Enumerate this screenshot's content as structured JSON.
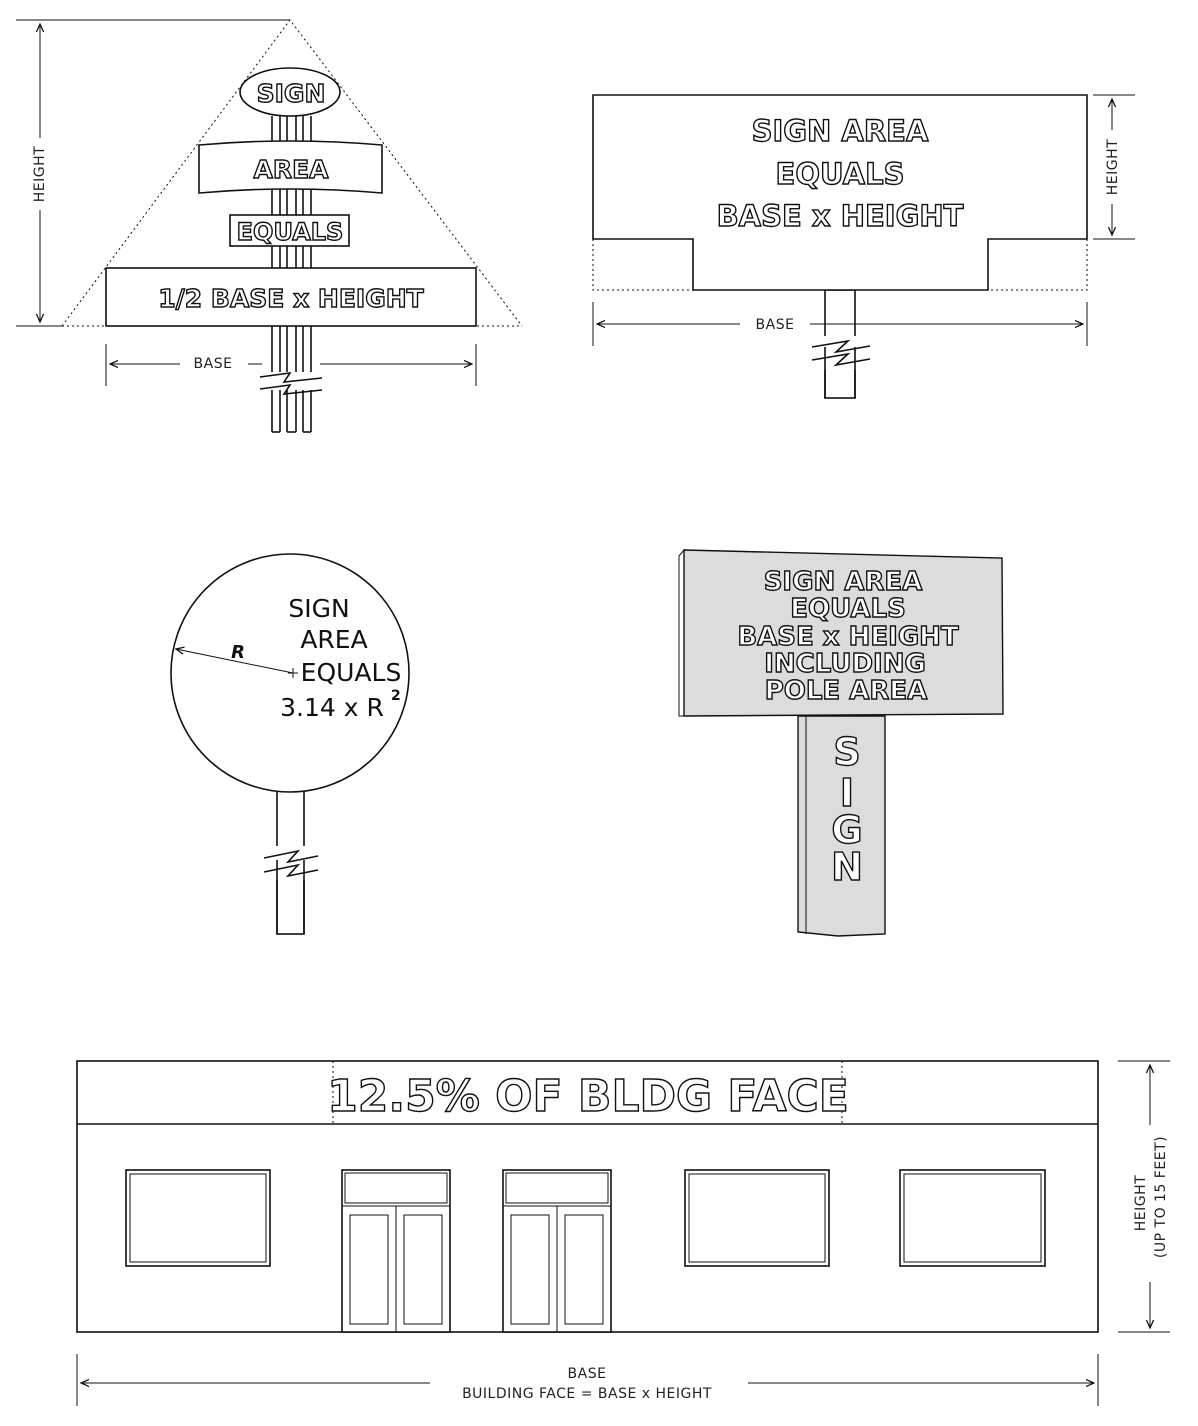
{
  "triangle_sign": {
    "line1": "SIGN",
    "line2": "AREA",
    "line3": "EQUALS",
    "line4": "1/2 BASE x HEIGHT",
    "base_label": "BASE",
    "height_label": "HEIGHT"
  },
  "rect_sign": {
    "line1": "SIGN AREA",
    "line2": "EQUALS",
    "line3": "BASE x HEIGHT",
    "base_label": "BASE",
    "height_label": "HEIGHT"
  },
  "circle_sign": {
    "line1": "SIGN",
    "line2": "AREA",
    "line3": "EQUALS",
    "line4": "3.14 x R",
    "exponent": "2",
    "radius_label": "R"
  },
  "pole_sign": {
    "line1": "SIGN AREA",
    "line2": "EQUALS",
    "line3": "BASE x HEIGHT",
    "line4": "INCLUDING",
    "line5": "POLE AREA",
    "pole_letters": [
      "S",
      "I",
      "G",
      "N"
    ]
  },
  "building": {
    "sign_text": "12.5% OF BLDG FACE",
    "base_label": "BASE",
    "formula": "BUILDING FACE = BASE x HEIGHT",
    "height_label": "HEIGHT",
    "height_note": "(UP TO 15 FEET)"
  }
}
